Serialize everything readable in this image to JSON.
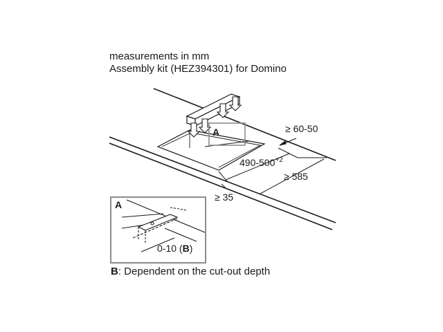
{
  "header": {
    "line1": "measurements in mm",
    "line2": "Assembly kit (HEZ394301) for Domino"
  },
  "dimensions": {
    "front_edge": "≥ 60-50",
    "cutout_width": "490-500",
    "cutout_width_tolerance": "+2",
    "depth": "≥ 585",
    "rear_gap": "≥ 35",
    "offset": "0-10 (",
    "offset_ref": "B",
    "offset_close": ")"
  },
  "labels": {
    "detail_marker": "A",
    "detail_title": "A"
  },
  "footnote": {
    "key": "B",
    "text": ": Dependent on the cut-out depth"
  }
}
